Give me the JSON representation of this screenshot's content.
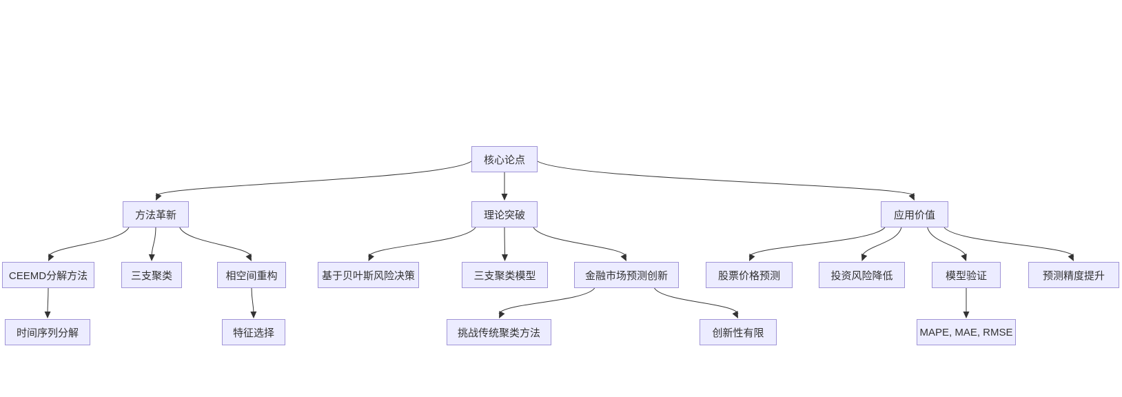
{
  "diagram": {
    "type": "flowchart",
    "direction": "top-down",
    "colors": {
      "background": "#ffffff",
      "node_fill": "#ECECFF",
      "node_border": "#9f93d6",
      "edge": "#333333",
      "text": "#333333"
    },
    "nodes": [
      {
        "id": "core",
        "label": "核心论点"
      },
      {
        "id": "method",
        "label": "方法革新"
      },
      {
        "id": "theory",
        "label": "理论突破"
      },
      {
        "id": "value",
        "label": "应用价值"
      },
      {
        "id": "ceemd",
        "label": "CEEMD分解方法"
      },
      {
        "id": "threeway",
        "label": "三支聚类"
      },
      {
        "id": "phase",
        "label": "相空间重构"
      },
      {
        "id": "bayes",
        "label": "基于贝叶斯风险决策"
      },
      {
        "id": "model3w",
        "label": "三支聚类模型"
      },
      {
        "id": "fintech",
        "label": "金融市场预测创新"
      },
      {
        "id": "stock",
        "label": "股票价格预测"
      },
      {
        "id": "risk",
        "label": "投资风险降低"
      },
      {
        "id": "validate",
        "label": "模型验证"
      },
      {
        "id": "accuracy",
        "label": "预测精度提升"
      },
      {
        "id": "tsdecomp",
        "label": "时间序列分解"
      },
      {
        "id": "feature",
        "label": "特征选择"
      },
      {
        "id": "challenge",
        "label": "挑战传统聚类方法"
      },
      {
        "id": "limited",
        "label": "创新性有限"
      },
      {
        "id": "metrics",
        "label": "MAPE, MAE, RMSE"
      }
    ],
    "edges": [
      [
        "core",
        "method"
      ],
      [
        "core",
        "theory"
      ],
      [
        "core",
        "value"
      ],
      [
        "method",
        "ceemd"
      ],
      [
        "method",
        "threeway"
      ],
      [
        "method",
        "phase"
      ],
      [
        "theory",
        "bayes"
      ],
      [
        "theory",
        "model3w"
      ],
      [
        "theory",
        "fintech"
      ],
      [
        "value",
        "stock"
      ],
      [
        "value",
        "risk"
      ],
      [
        "value",
        "validate"
      ],
      [
        "value",
        "accuracy"
      ],
      [
        "ceemd",
        "tsdecomp"
      ],
      [
        "phase",
        "feature"
      ],
      [
        "fintech",
        "challenge"
      ],
      [
        "fintech",
        "limited"
      ],
      [
        "validate",
        "metrics"
      ]
    ]
  }
}
